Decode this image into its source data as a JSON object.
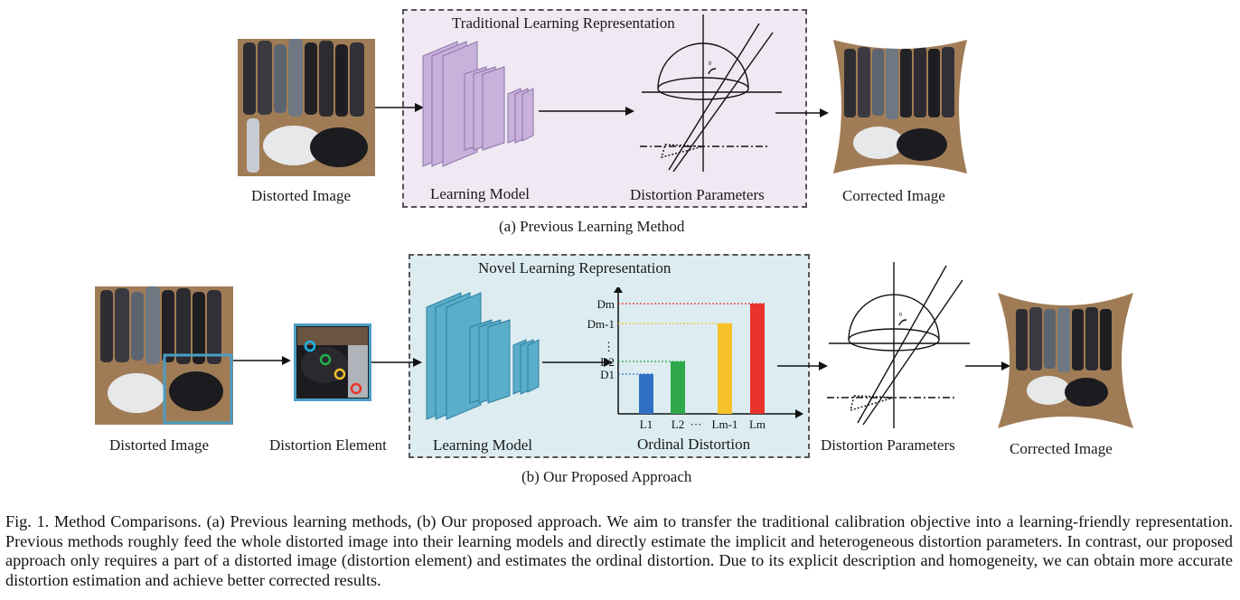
{
  "figure": {
    "panel_a": {
      "box_title": "Traditional Learning Representation",
      "input_label": "Distorted Image",
      "model_label": "Learning Model",
      "params_label": "Distortion Parameters",
      "output_label": "Corrected Image",
      "subcaption": "(a) Previous Learning Method"
    },
    "panel_b": {
      "box_title": "Novel Learning Representation",
      "input_label": "Distorted Image",
      "element_label": "Distortion Element",
      "model_label": "Learning Model",
      "ordinal_label": "Ordinal Distortion",
      "params_label": "Distortion Parameters",
      "output_label": "Corrected Image",
      "subcaption": "(b) Our Proposed Approach",
      "ordinal_chart": {
        "y_ticks": [
          "Dm",
          "Dm-1",
          "⋮",
          "D2",
          "D1"
        ],
        "x_ticks": [
          "L1",
          "L2",
          "···",
          "Lm-1",
          "Lm"
        ],
        "bars": [
          {
            "level": 1,
            "color": "#2f6fc4"
          },
          {
            "level": 2,
            "color": "#2fa84a"
          },
          {
            "level": 3,
            "color": "#f6c12a"
          },
          {
            "level": 4,
            "color": "#e8332a"
          }
        ]
      }
    },
    "colors": {
      "panel_a_bg": "#f0e8f2",
      "panel_b_bg": "#dcecf1",
      "cnn_a": "#c8b2dc",
      "cnn_b": "#5aaec9",
      "element_border": "#4a9ec4",
      "marker_cyan": "#19b6e6",
      "marker_green": "#22b14c",
      "marker_yellow": "#f6c12a",
      "marker_red": "#e8332a"
    },
    "caption": "Fig. 1.  Method Comparisons. (a) Previous learning methods, (b) Our proposed approach. We aim to transfer the traditional calibration objective into a learning-friendly representation. Previous methods roughly feed the whole distorted image into their learning models and directly estimate the implicit and heterogeneous distortion parameters. In contrast, our proposed approach only requires a part of a distorted image (distortion element) and estimates the ordinal distortion. Due to its explicit description and homogeneity, we can obtain more accurate distortion estimation and achieve better corrected results."
  }
}
